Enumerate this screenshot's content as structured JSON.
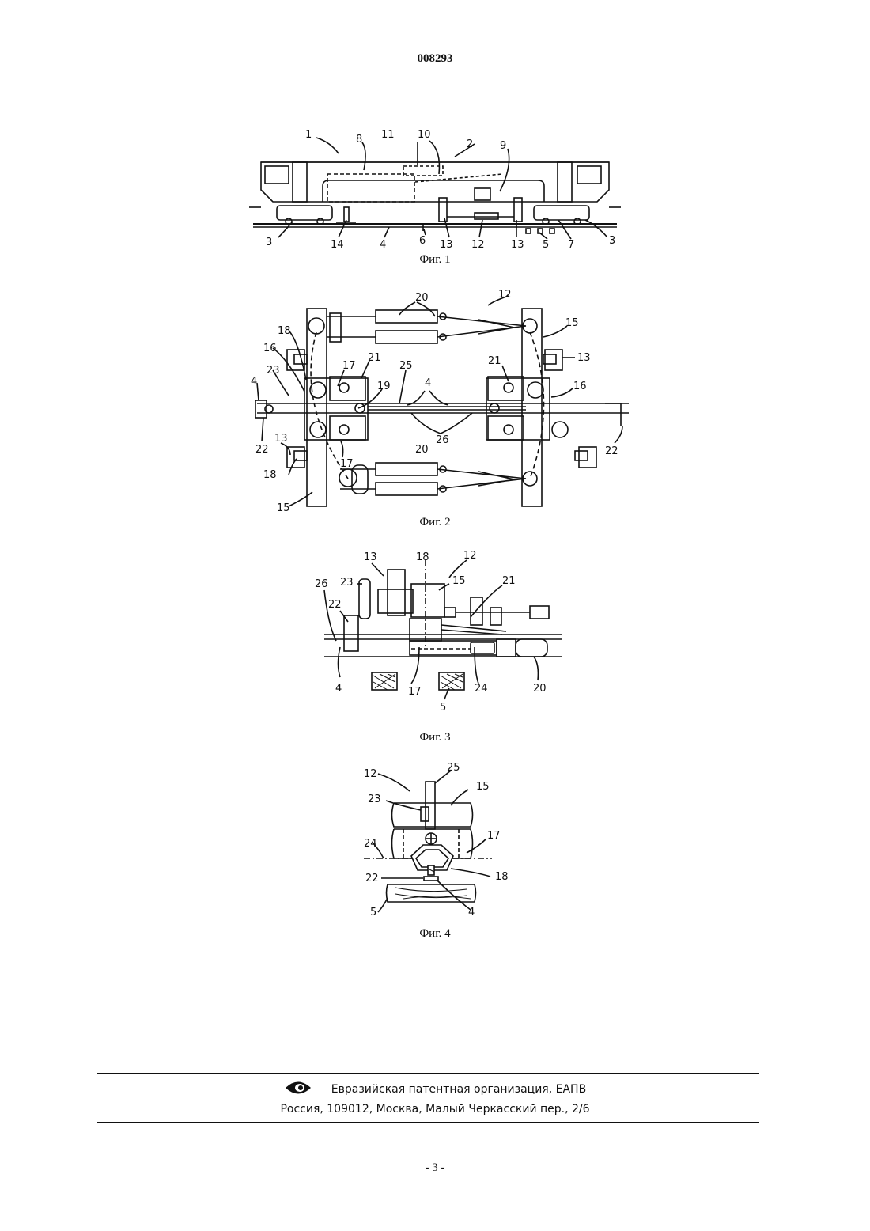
{
  "document_number": "008293",
  "figures": [
    {
      "caption": "Фиг. 1",
      "labels": [
        "1",
        "8",
        "11",
        "10",
        "2",
        "9",
        "3",
        "14",
        "4",
        "6",
        "13",
        "12",
        "13",
        "5",
        "7",
        "3"
      ]
    },
    {
      "caption": "Фиг. 2",
      "labels": [
        "20",
        "12",
        "15",
        "18",
        "16",
        "23",
        "4",
        "22",
        "13",
        "18",
        "15",
        "17",
        "21",
        "25",
        "19",
        "4",
        "26",
        "21",
        "16",
        "13",
        "22",
        "17",
        "20"
      ]
    },
    {
      "caption": "Фиг. 3",
      "labels": [
        "13",
        "18",
        "12",
        "23",
        "15",
        "21",
        "26",
        "22",
        "4",
        "17",
        "24",
        "5",
        "20"
      ]
    },
    {
      "caption": "Фиг. 4",
      "labels": [
        "12",
        "25",
        "15",
        "23",
        "17",
        "24",
        "18",
        "22",
        "5",
        "4"
      ]
    }
  ],
  "footer": {
    "organization": "Евразийская патентная организация, ЕАПВ",
    "address": "Россия, 109012, Москва, Малый Черкасский пер., 2/6",
    "logo_icon": "eapo-eye-logo-icon"
  },
  "page_number": "- 3 -"
}
